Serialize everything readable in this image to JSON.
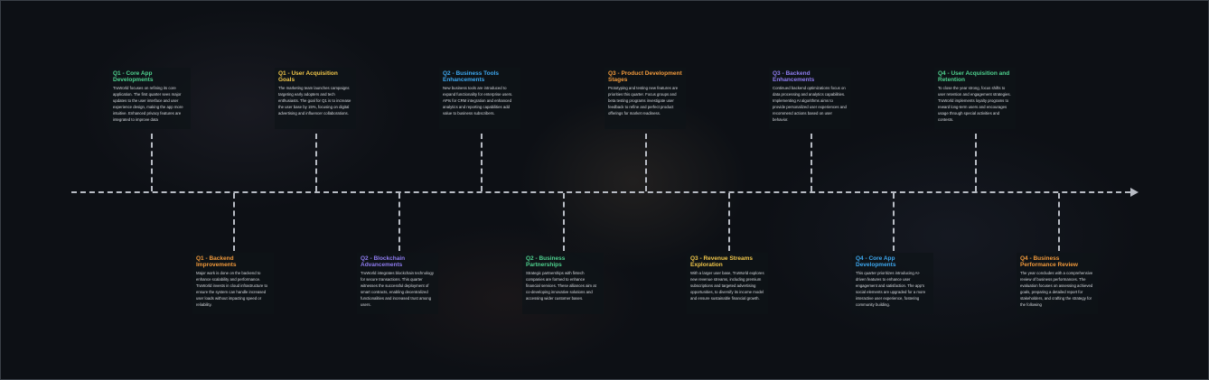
{
  "colors": {
    "green": "#4fd28f",
    "yellow": "#f2c74a",
    "blue": "#3ea8f0",
    "orange": "#f29a3c",
    "purple": "#8f7cf0",
    "axis": "#b8bcc4"
  },
  "timeline": {
    "top_events": [
      {
        "title": "Q1 - Core App Developments",
        "color": "#4fd28f",
        "text": "TruWorld focuses on refining its core application. The first quarter sees major updates to the user interface and user experience design, making the app more intuitive. Enhanced privacy features are integrated to improve data"
      },
      {
        "title": "Q1 - User Acquisition Goals",
        "color": "#f2c74a",
        "text": "The marketing team launches campaigns targeting early adopters and tech enthusiasts. The goal for Q1 is to increase the user base by 15%, focusing on digital advertising and influencer collaborations."
      },
      {
        "title": "Q2 - Business Tools Enhancements",
        "color": "#3ea8f0",
        "text": "New business tools are introduced to expand functionality for enterprise users. APIs for CRM integration and enhanced analytics and reporting capabilities add value to business subscribers."
      },
      {
        "title": "Q3 - Product Development Stages",
        "color": "#f29a3c",
        "text": "Prototyping and testing new features are priorities this quarter. Focus groups and beta testing programs investigate user feedback to refine and perfect product offerings for market readiness."
      },
      {
        "title": "Q3 - Backend Enhancements",
        "color": "#8f7cf0",
        "text": "Continued backend optimizations focus on data processing and analytics capabilities. Implementing AI algorithms aims to provide personalized user experiences and recommend actions based on user behavior."
      },
      {
        "title": "Q4 - User Acquisition and Retention",
        "color": "#4fd28f",
        "text": "To close the year strong, focus shifts to user retention and engagement strategies. TruWorld implements loyalty programs to reward long-term users and encourages usage through special activities and contests."
      }
    ],
    "bottom_events": [
      {
        "title": "Q1 - Backend Improvements",
        "color": "#f29a3c",
        "text": "Major work is done on the backend to enhance scalability and performance. TruWorld invests in cloud infrastructure to ensure the system can handle increased user loads without impacting speed or reliability."
      },
      {
        "title": "Q2 - Blockchain Advancements",
        "color": "#8f7cf0",
        "text": "TruWorld integrates blockchain technology for secure transactions. This quarter witnesses the successful deployment of smart contracts, enabling decentralized functionalities and increased trust among users."
      },
      {
        "title": "Q2 - Business Partnerships",
        "color": "#4fd28f",
        "text": "Strategic partnerships with fintech companies are formed to enhance financial services. These alliances aim at co-developing innovative solutions and accessing wider customer bases."
      },
      {
        "title": "Q3 - Revenue Streams Exploration",
        "color": "#f2c74a",
        "text": "With a larger user base, TruWorld explores new revenue streams, including premium subscriptions and targeted advertising opportunities, to diversify its income model and ensure sustainable financial growth."
      },
      {
        "title": "Q4 - Core App Developments",
        "color": "#3ea8f0",
        "text": "This quarter prioritizes introducing AI-driven features to enhance user engagement and satisfaction. The app's social elements are upgraded for a more interactive user experience, fostering community building."
      },
      {
        "title": "Q4 - Business Performance Review",
        "color": "#f29a3c",
        "text": "The year concludes with a comprehensive review of business performances. The evaluation focuses on assessing achieved goals, preparing a detailed report for stakeholders, and crafting the strategy for the following"
      }
    ]
  }
}
